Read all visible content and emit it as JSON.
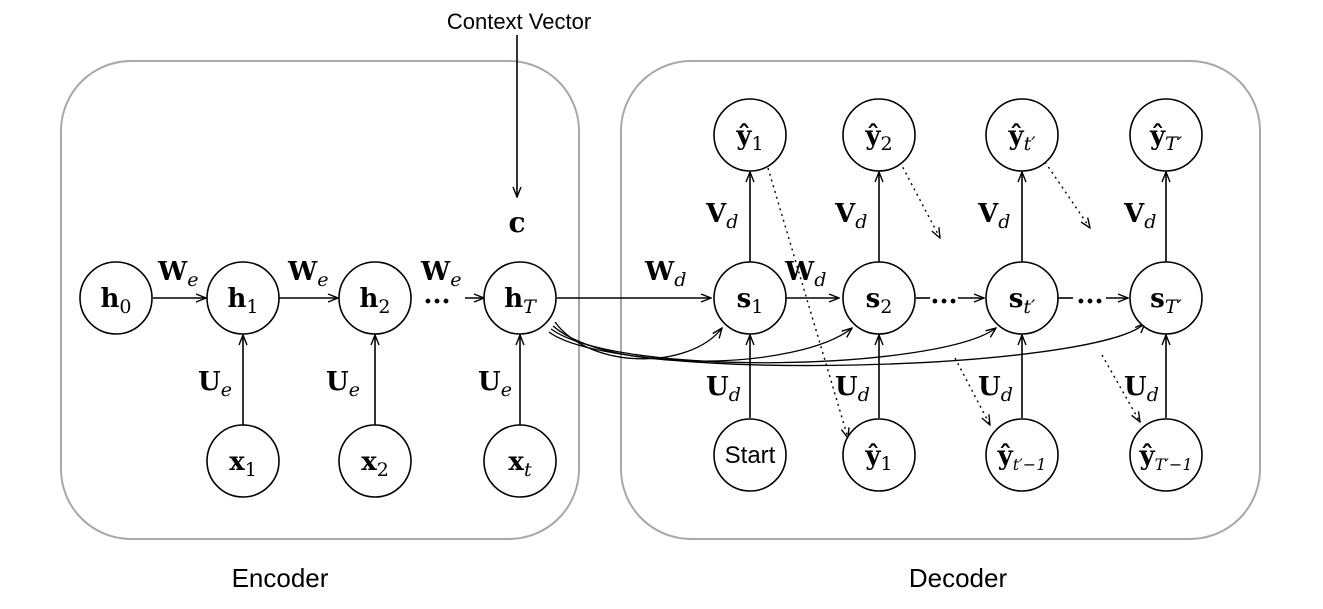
{
  "title": "Context Vector",
  "context": {
    "symbol": "c"
  },
  "encoder": {
    "label": "Encoder",
    "hidden": [
      {
        "base": "h",
        "sub": "0"
      },
      {
        "base": "h",
        "sub": "1"
      },
      {
        "base": "h",
        "sub": "2"
      },
      {
        "base": "h",
        "sub": "T"
      }
    ],
    "inputs": [
      {
        "base": "x",
        "sub": "1"
      },
      {
        "base": "x",
        "sub": "2"
      },
      {
        "base": "x",
        "sub": "t"
      }
    ],
    "w_label": {
      "base": "W",
      "sub": "e"
    },
    "u_label": {
      "base": "U",
      "sub": "e"
    },
    "ellipsis": "···"
  },
  "decoder": {
    "label": "Decoder",
    "states": [
      {
        "base": "s",
        "sub": "1"
      },
      {
        "base": "s",
        "sub": "2"
      },
      {
        "base": "s",
        "sub": "t′"
      },
      {
        "base": "s",
        "sub": "T′"
      }
    ],
    "outputs": [
      {
        "base": "ŷ",
        "sub": "1"
      },
      {
        "base": "ŷ",
        "sub": "2"
      },
      {
        "base": "ŷ",
        "sub": "t′"
      },
      {
        "base": "ŷ",
        "sub": "T′"
      }
    ],
    "inputs": [
      {
        "text": "Start"
      },
      {
        "base": "ŷ",
        "sub": "1"
      },
      {
        "base": "ŷ",
        "sub": "t′−1"
      },
      {
        "base": "ŷ",
        "sub": "T′−1"
      }
    ],
    "w_label": {
      "base": "W",
      "sub": "d"
    },
    "u_label": {
      "base": "U",
      "sub": "d"
    },
    "v_label": {
      "base": "V",
      "sub": "d"
    },
    "ellipsis": "···"
  }
}
